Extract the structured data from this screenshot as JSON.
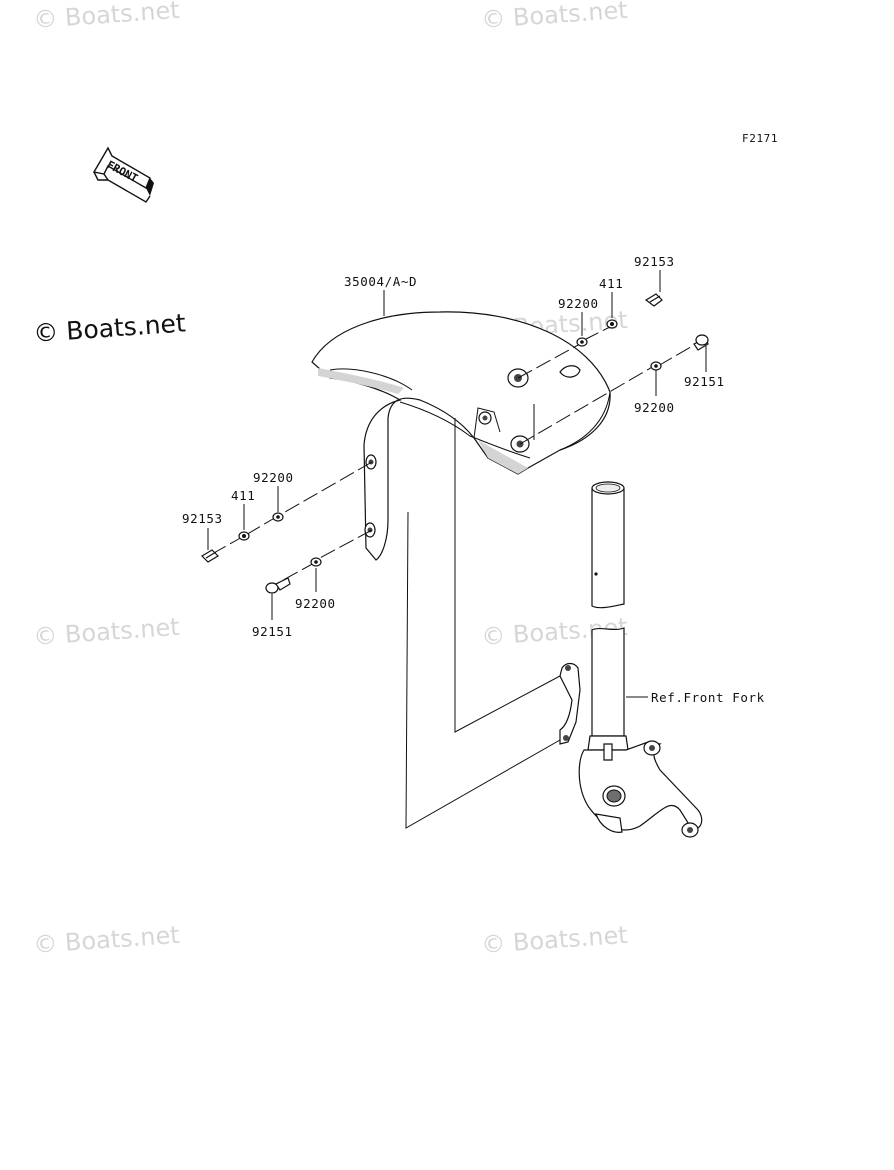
{
  "figure_code": "F2171",
  "direction_label": "FRONT",
  "watermark_text": "© Boats.net",
  "callouts": {
    "fender": "35004/A~D",
    "top_right_bolt": "92153",
    "top_right_collar": "411",
    "top_right_washer": "92200",
    "right_bolt": "92151",
    "right_washer": "92200",
    "left_washer": "92200",
    "left_collar": "411",
    "left_bolt": "92153",
    "lower_washer": "92200",
    "lower_bolt": "92151",
    "fork_ref": "Ref.Front Fork"
  }
}
